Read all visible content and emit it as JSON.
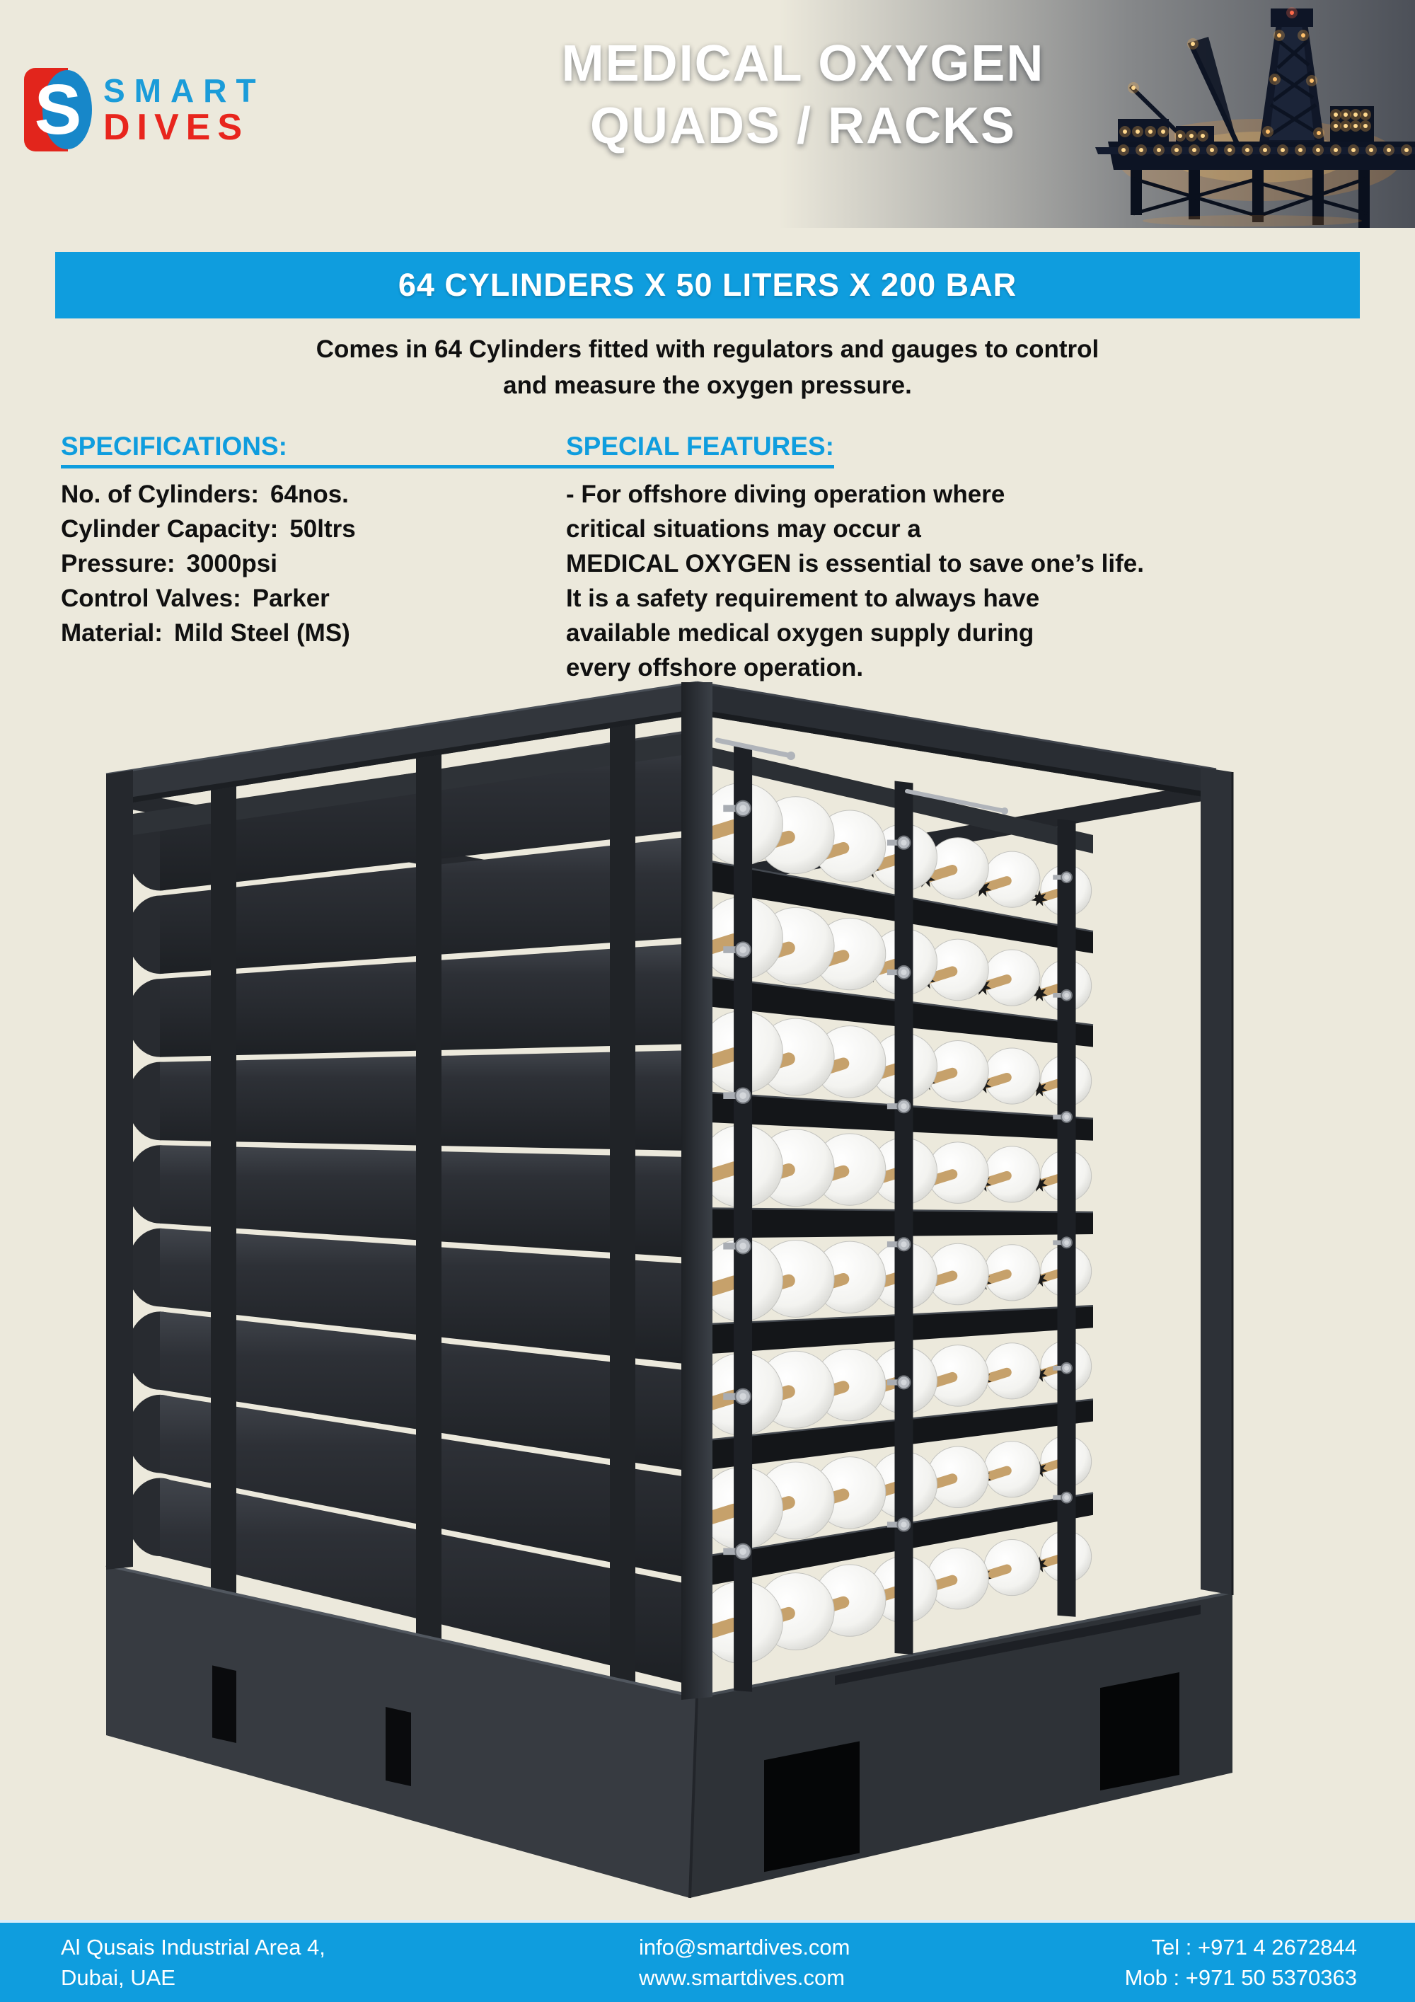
{
  "page": {
    "background": "#ECE9DC",
    "accent_blue": "#0F9DDE"
  },
  "header": {
    "logo": {
      "emblem_letter": "S",
      "word_top": "SMART",
      "word_bottom": "DIVES",
      "blue": "#1B9CD9",
      "red": "#E8251D"
    },
    "title_line1": "MEDICAL OXYGEN",
    "title_line2": "QUADS / RACKS"
  },
  "banner": {
    "text": "64 CYLINDERS X 50 LITERS X 200 BAR"
  },
  "intro": {
    "line1": "Comes in 64 Cylinders fitted with regulators and gauges to control",
    "line2": "and measure the oxygen pressure."
  },
  "specifications": {
    "heading": "SPECIFICATIONS:",
    "items": [
      {
        "label": "No. of Cylinders:",
        "value": "64nos."
      },
      {
        "label": "Cylinder Capacity:",
        "value": "50ltrs"
      },
      {
        "label": "Pressure:",
        "value": "3000psi"
      },
      {
        "label": "Control Valves:",
        "value": "Parker"
      },
      {
        "label": "Material:",
        "value": "Mild Steel (MS)"
      }
    ]
  },
  "special_features": {
    "heading": "SPECIAL FEATURES:",
    "lines": [
      "- For offshore diving operation where",
      "critical situations may occur a",
      "MEDICAL OXYGEN is essential to save one’s life.",
      "It is a safety requirement to always have",
      "available medical oxygen supply during",
      "every offshore operation."
    ]
  },
  "footer": {
    "address_line1": "Al Qusais Industrial Area 4,",
    "address_line2": "Dubai, UAE",
    "email": "info@smartdives.com",
    "website": "www.smartdives.com",
    "tel": "Tel : +971 4 2672844",
    "mobile": "Mob : +971 50 5370363"
  }
}
